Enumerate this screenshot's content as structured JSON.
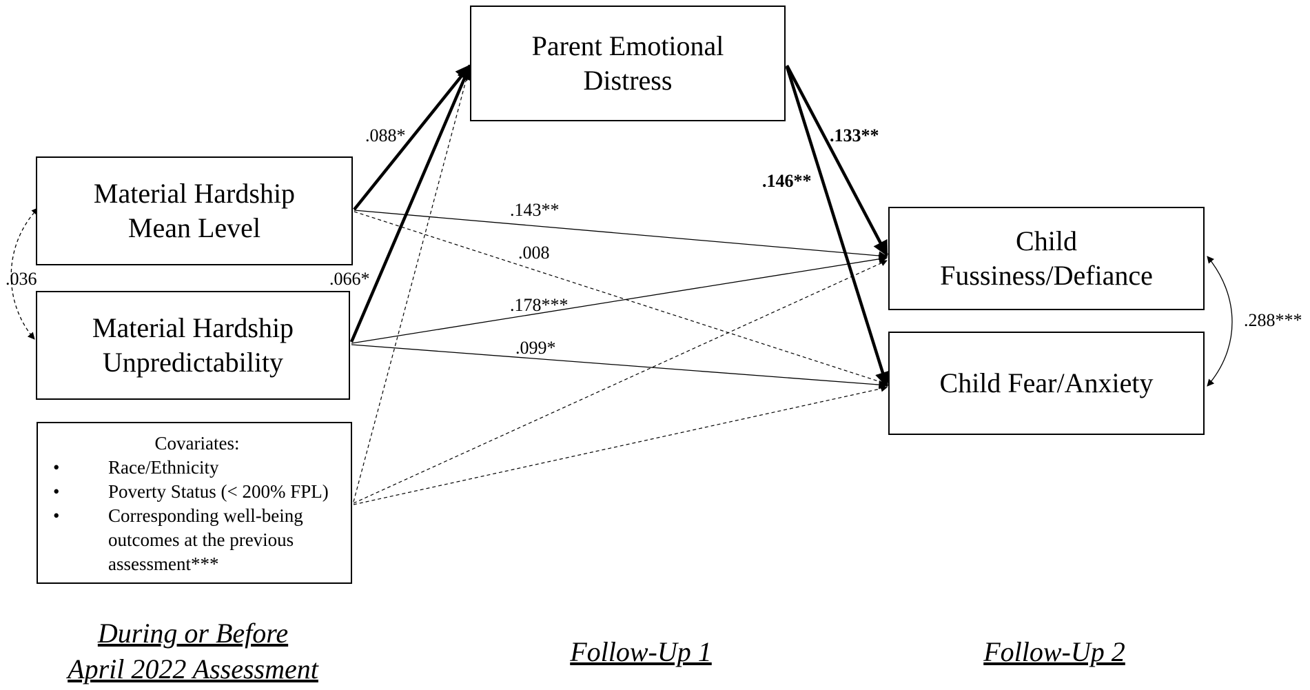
{
  "nodes": {
    "parent_distress": {
      "lines": [
        "Parent Emotional",
        "Distress"
      ]
    },
    "mean_level": {
      "lines": [
        "Material Hardship",
        "Mean Level"
      ]
    },
    "unpredictability": {
      "lines": [
        "Material Hardship",
        "Unpredictability"
      ]
    },
    "fussiness": {
      "lines": [
        "Child",
        "Fussiness/Defiance"
      ]
    },
    "fear": {
      "lines": [
        "Child Fear/Anxiety"
      ]
    }
  },
  "covariates": {
    "title": "Covariates:",
    "items": [
      "Race/Ethnicity",
      "Poverty Status (< 200% FPL)",
      "Corresponding well-being outcomes at the previous assessment***"
    ]
  },
  "coefficients": {
    "mean_to_parent": ".088*",
    "unpred_to_parent": ".066*",
    "mean_unpred_cov": ".036",
    "parent_to_fussiness": ".133**",
    "parent_to_fear": ".146**",
    "mean_to_fussiness": ".143**",
    "mean_to_fear": ".008",
    "unpred_to_fussiness": ".178***",
    "unpred_to_fear": ".099*",
    "fussiness_fear_cov": ".288***"
  },
  "waves": {
    "baseline": [
      "During or Before",
      "April 2022 Assessment"
    ],
    "follow_up_1": "Follow-Up 1",
    "follow_up_2": "Follow-Up 2"
  }
}
